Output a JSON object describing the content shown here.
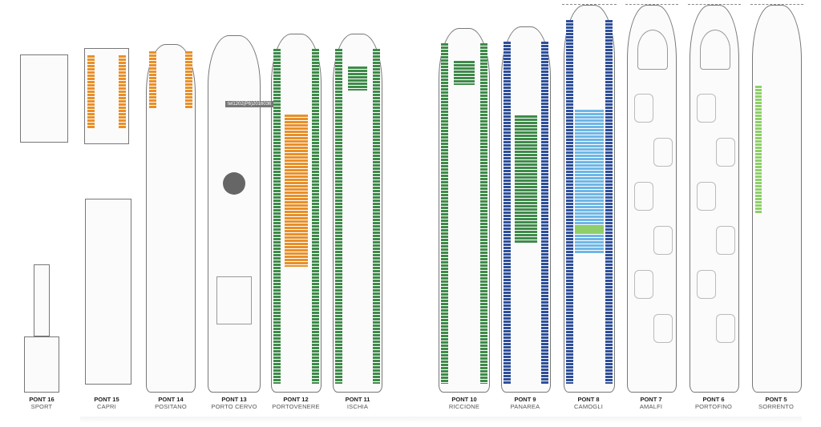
{
  "decks": [
    {
      "deck": "PONT 16",
      "name": "SPORT",
      "scheme": "none"
    },
    {
      "deck": "PONT 15",
      "name": "CAPRI",
      "scheme": "orange"
    },
    {
      "deck": "PONT 14",
      "name": "POSITANO",
      "scheme": "orange"
    },
    {
      "deck": "PONT 13",
      "name": "PORTO CERVO",
      "scheme": "none"
    },
    {
      "deck": "PONT 12",
      "name": "PORTOVENERE",
      "scheme": "green-orange"
    },
    {
      "deck": "PONT 11",
      "name": "ISCHIA",
      "scheme": "green"
    },
    {
      "deck": "PONT 10",
      "name": "RICCIONE",
      "scheme": "green"
    },
    {
      "deck": "PONT 9",
      "name": "PANAREA",
      "scheme": "blue"
    },
    {
      "deck": "PONT 8",
      "name": "CAMOGLI",
      "scheme": "lightblue"
    },
    {
      "deck": "PONT 7",
      "name": "AMALFI",
      "scheme": "none"
    },
    {
      "deck": "PONT 6",
      "name": "PORTOFINO",
      "scheme": "none"
    },
    {
      "deck": "PONT 5",
      "name": "SORRENTO",
      "scheme": "greenstrip"
    }
  ],
  "tooltip": "tel1202(P6)2016036",
  "colors": {
    "orange": "#e8902a",
    "green": "#3f8a4a",
    "blue": "#2e4f9a",
    "lightblue": "#6fb6e6",
    "lightgreen": "#8fcf6a"
  }
}
